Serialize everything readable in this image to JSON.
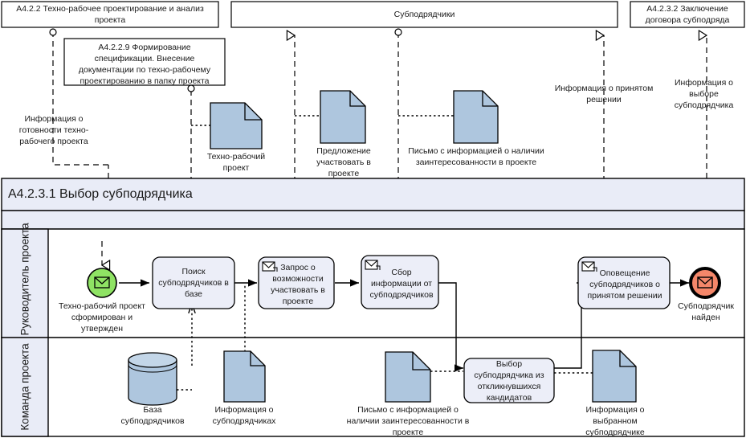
{
  "diagram": {
    "type": "bpmn-process",
    "title": "A4.2.3.1 Выбор субподрядчика",
    "colors": {
      "pool_header_fill": "#e9ecf7",
      "lane_label_fill": "#e9ecf7",
      "task_fill": "#eceef8",
      "document_fill": "#aec6de",
      "datastore_fill": "#aec6de",
      "start_event_fill": "#8fe364",
      "end_event_fill": "#f4876a",
      "line": "#000000",
      "canvas": "#ffffff"
    }
  },
  "external_pools": [
    {
      "id": "a422",
      "label": "A4.2.2 Техно-рабочее проектирование и анализ проекта"
    },
    {
      "id": "subcon",
      "label": "Субподрядчики"
    },
    {
      "id": "a4232",
      "label": "A4.2.3.2 Заключение договора субподряда"
    }
  ],
  "external_subbox": {
    "id": "a4229",
    "label": "A4.2.2.9 Формирование спецификации. Внесение документации по техно-рабочему проектированию в папку проекта"
  },
  "message_flow_labels": [
    {
      "id": "mf1",
      "label": "Информация о готовности техно-рабочего проекта"
    },
    {
      "id": "mf2",
      "label": "Информация о принятом решении"
    },
    {
      "id": "mf3",
      "label": "Информация о выборе субподрядчика"
    }
  ],
  "top_documents": [
    {
      "id": "doc-trp",
      "label": "Техно-рабочий проект"
    },
    {
      "id": "doc-offer",
      "label": "Предложение участвовать в проекте"
    },
    {
      "id": "doc-letter",
      "label": "Письмо с информацией о наличии заинтересованности в проекте"
    }
  ],
  "pool": {
    "title": "A4.2.3.1 Выбор субподрядчика",
    "lanes": [
      {
        "id": "lane-manager",
        "label": "Руководитель проекта"
      },
      {
        "id": "lane-team",
        "label": "Команда проекта"
      }
    ]
  },
  "events": [
    {
      "id": "start-event",
      "kind": "message-start",
      "label": "Техно-рабочий проект сформирован и утвержден",
      "icon": "envelope-icon"
    },
    {
      "id": "end-event",
      "kind": "message-end",
      "label": "Субподрядчик найден",
      "icon": "envelope-icon"
    }
  ],
  "tasks": [
    {
      "id": "task-search",
      "lane": "lane-manager",
      "label": "Поиск субподрядчиков в базе",
      "icon": null
    },
    {
      "id": "task-request",
      "lane": "lane-manager",
      "label": "Запрос о возможности участвовать в проекте",
      "icon": "envelope-send-icon"
    },
    {
      "id": "task-collect",
      "lane": "lane-manager",
      "label": "Сбор информации от субподрядчиков",
      "icon": "envelope-receive-icon"
    },
    {
      "id": "task-notify",
      "lane": "lane-manager",
      "label": "Оповещение субподрядчиков о принятом решении",
      "icon": "envelope-send-icon"
    },
    {
      "id": "task-choose",
      "lane": "lane-team",
      "label": "Выбор субподрядчика из откликнувшихся кандидатов",
      "icon": null
    }
  ],
  "artifacts": [
    {
      "id": "db-subcontractors",
      "kind": "data-store",
      "label": "База субподрядчиков"
    },
    {
      "id": "doc-info-subcon",
      "kind": "document",
      "label": "Информация о субподрядчиках"
    },
    {
      "id": "doc-letter-bottom",
      "kind": "document",
      "label": "Письмо с информацией о наличии заинтересованности в проекте"
    },
    {
      "id": "doc-chosen-subcon",
      "kind": "document",
      "label": "Информация о выбранном субподрядчике"
    }
  ]
}
